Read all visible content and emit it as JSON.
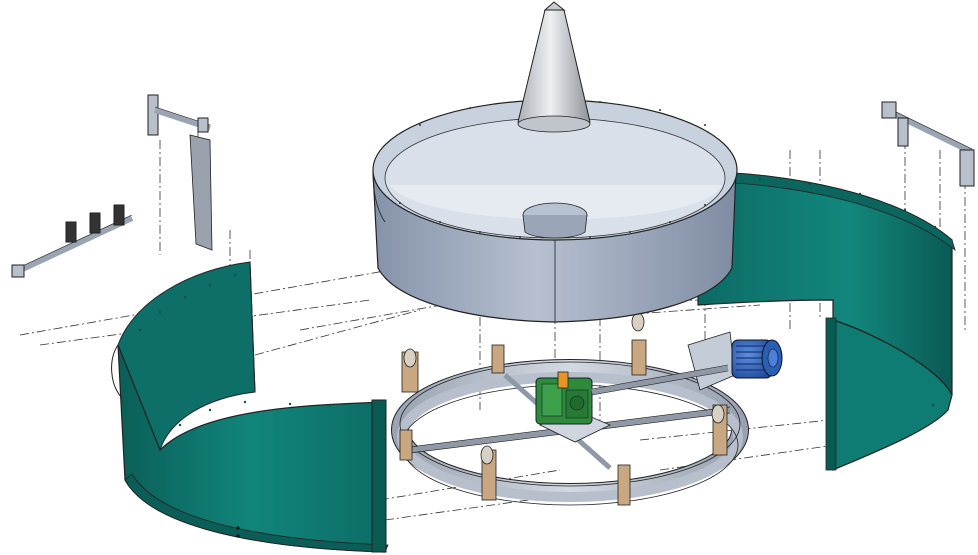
{
  "diagram": {
    "title": "",
    "colors": {
      "shell_teal": "#0e7f76",
      "shell_teal_dark": "#0a5f58",
      "drum_grey": "#a9b4c6",
      "drum_grey_dark": "#8795ab",
      "drum_inner": "#d6dde9",
      "cone_light": "#e6e8ea",
      "cone_dark": "#9da3a9",
      "frame_metal": "#b9c2ce",
      "motor_blue": "#2a5db4",
      "gearbox_green": "#2f8a3a",
      "orange_coupling": "#e69425",
      "line": "#222222"
    },
    "parts": [
      {
        "id": "left-shell",
        "icon": "curved-panel"
      },
      {
        "id": "right-shell",
        "icon": "curved-panel"
      },
      {
        "id": "rotating-drum",
        "icon": "cylinder-drum"
      },
      {
        "id": "center-cone",
        "icon": "cone"
      },
      {
        "id": "base-ring",
        "icon": "ring-frame"
      },
      {
        "id": "gearbox",
        "icon": "gear-reducer"
      },
      {
        "id": "electric-motor",
        "icon": "motor"
      },
      {
        "id": "support-bracket-left",
        "icon": "bracket"
      },
      {
        "id": "support-bracket-right",
        "icon": "bracket"
      },
      {
        "id": "scraper-arm",
        "icon": "scraper"
      }
    ]
  }
}
